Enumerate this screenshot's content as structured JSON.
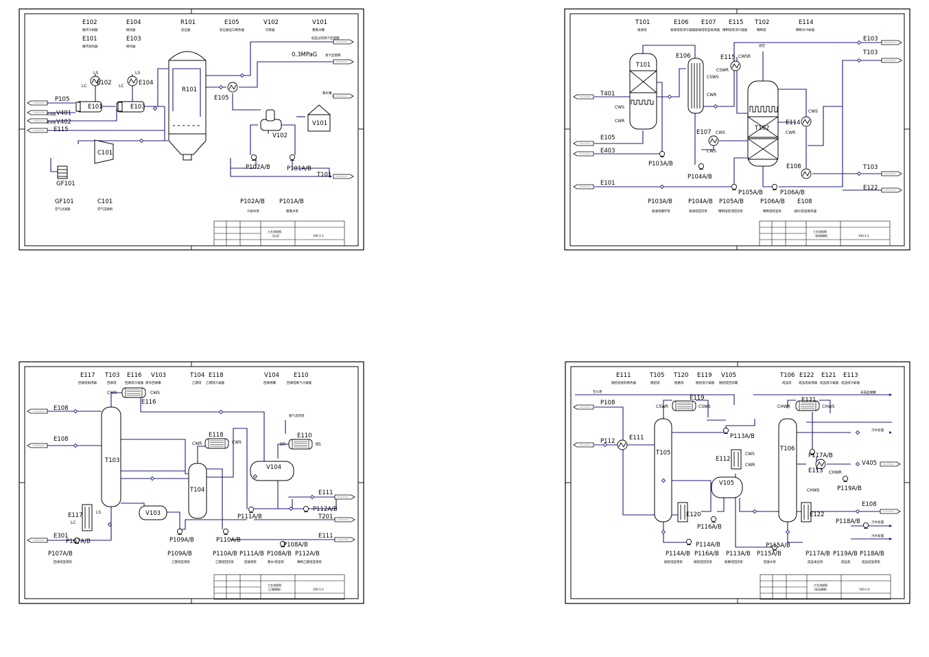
{
  "sheets": [
    {
      "id": "sheet1",
      "header_tags": [
        "E102",
        "E104",
        "R101",
        "E105",
        "V102",
        "V101",
        "E101",
        "E103"
      ],
      "header_subs": [
        "循环冷却器",
        "换热器",
        "反应器",
        "反应器出口换热器",
        "闪蒸器",
        "粗氯水罐",
        "循环加热器",
        "换热器"
      ],
      "stream_labels": [
        "P105",
        "V401",
        "V402",
        "E115",
        "T101",
        "0.3MPaG"
      ],
      "stream_subs": [
        "低压过热蒸汽至管网",
        "蒸汽至管网",
        "氯水罐",
        "丙烯酸",
        "液体粗"
      ],
      "equip_tags": [
        "E101",
        "E102",
        "E103",
        "E104",
        "R101",
        "E105",
        "C101",
        "GF101",
        "V102",
        "V101",
        "P102A/B",
        "P101A/B",
        "LS",
        "LC",
        "LS",
        "LC"
      ],
      "footer_tags": [
        "GF101",
        "C101",
        "P102A/B",
        "P101A/B"
      ],
      "footer_subs": [
        "空气过滤器",
        "空气压缩机",
        "冷却水泵",
        "粗氯水泵"
      ],
      "titleblock": {
        "title": "工艺流程图",
        "subtitle": "（反应）",
        "drawing_no": "100-1-1"
      }
    },
    {
      "id": "sheet2",
      "header_tags": [
        "T101",
        "E106",
        "E107",
        "E115",
        "T102",
        "E114"
      ],
      "header_subs": [
        "吸收塔",
        "吸收塔塔顶冷凝器",
        "吸收塔塔釜再沸器",
        "精制塔塔顶冷凝器",
        "精制塔",
        "精制水冷却器"
      ],
      "stream_labels": [
        "E103",
        "T103",
        "T401",
        "E105",
        "E403",
        "E101",
        "T103",
        "E122",
        "E106",
        "E115",
        "CWSR",
        "CWS",
        "CWR",
        "CSWR",
        "CSWS",
        "CWR",
        "CWS",
        "CWS",
        "CWR",
        "CWS",
        "E107",
        "E114",
        "E108",
        "T101",
        "T102",
        "P103A/B",
        "P104A/B",
        "P105A/B",
        "P106A/B",
        "放空"
      ],
      "footer_tags": [
        "P103A/B",
        "P104A/B",
        "P105A/B",
        "P106A/B",
        "E108"
      ],
      "footer_subs": [
        "吸收塔循环泵",
        "吸收塔回流泵",
        "精制塔塔顶回流泵",
        "精制塔塔釜泵",
        "进料/塔釜换热器"
      ],
      "titleblock": {
        "title": "工艺流程图",
        "subtitle": "（吸收精制）",
        "drawing_no": "100-1-2"
      }
    },
    {
      "id": "sheet3",
      "header_tags": [
        "E117",
        "T103",
        "E116",
        "V103",
        "T104",
        "E118",
        "V104",
        "E110"
      ],
      "header_subs": [
        "回收塔再沸器",
        "回收塔",
        "回收塔冷凝器",
        "废水回收罐",
        "乙醛塔",
        "乙醛塔冷凝器",
        "回收液罐",
        "回收塔尾气冷凝器"
      ],
      "stream_labels": [
        "E108",
        "E108",
        "E301",
        "E111",
        "T201",
        "E111",
        "CWR",
        "CWS",
        "E116",
        "CWR",
        "CWS",
        "E118",
        "E110",
        "BR",
        "BS",
        "T103",
        "T104",
        "V103",
        "V104",
        "E117",
        "LS",
        "LC",
        "P107A/B",
        "P109A/B",
        "P110A/B",
        "P111A/B",
        "P112A/B",
        "P108A/B",
        "尾气去焚烧"
      ],
      "footer_tags": [
        "P107A/B",
        "P109A/B",
        "P110A/B",
        "P111A/B",
        "P108A/B",
        "P112A/B"
      ],
      "footer_subs": [
        "回收塔釜液泵",
        "乙醛塔釜液泵",
        "乙醛塔回流泵",
        "回收液泵",
        "粗水/塔釜泵",
        "精制乙醛塔釜液泵"
      ],
      "titleblock": {
        "title": "工艺流程图",
        "subtitle": "（乙醛精制）",
        "drawing_no": "100-1-3"
      }
    },
    {
      "id": "sheet4",
      "header_tags": [
        "E111",
        "T105",
        "T120",
        "E119",
        "V105",
        "T106",
        "E122",
        "E121",
        "E113"
      ],
      "header_subs": [
        "脱轻塔进料换热器",
        "脱轻塔",
        "脱重塔",
        "脱轻塔冷凝器",
        "脱轻塔回流罐",
        "成品塔",
        "成品塔再沸器",
        "成品塔冷凝器",
        "成品塔冷却器"
      ],
      "stream_labels": [
        "P108",
        "P112",
        "V405",
        "E108",
        "E111",
        "E119",
        "E121",
        "E112",
        "E113",
        "E120",
        "E122",
        "T105",
        "T106",
        "V105",
        "CSWR",
        "CSWS",
        "CHWR",
        "CHWS",
        "CWS",
        "CWR",
        "CHWR",
        "CHWS",
        "P113A/B",
        "P116A/B",
        "P114A/B",
        "P115A/B",
        "P117A/B",
        "P119A/B",
        "P118A/B",
        "至火炬",
        "去成品储罐",
        "污水处理",
        "污水处理",
        "污水处理"
      ],
      "footer_tags": [
        "P114A/B",
        "P116A/B",
        "P113A/B",
        "P115A/B",
        "P117A/B",
        "P119A/B",
        "P118A/B"
      ],
      "footer_subs": [
        "脱轻塔釜液泵",
        "脱轻塔回流泵",
        "脱重塔回流泵",
        "回收水泵",
        "成品采出泵",
        "成品泵",
        "成品塔釜液泵"
      ],
      "titleblock": {
        "title": "工艺流程图",
        "subtitle": "（成品精制）",
        "drawing_no": "100-1-4"
      }
    }
  ]
}
